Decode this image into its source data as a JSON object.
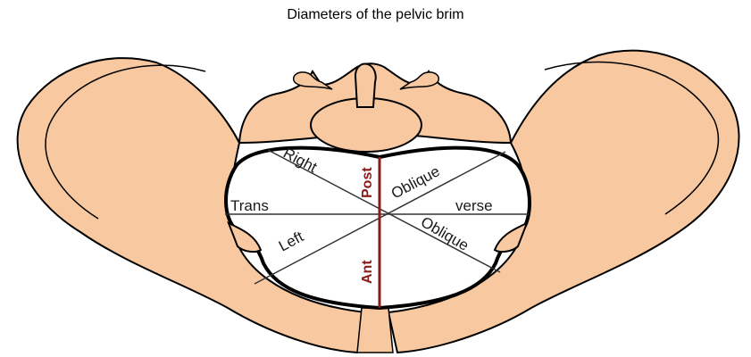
{
  "title": "Diameters of the pelvic brim",
  "colors": {
    "bone": "#f8c8a0",
    "outline": "#000000",
    "anteroposterior": "#8b1a1a",
    "diameter_lines": "#333333"
  },
  "labels": {
    "right": "Right",
    "oblique_top": "Oblique",
    "trans": "Trans",
    "verse": "verse",
    "left": "Left",
    "oblique_bottom": "Oblique",
    "post": "Post",
    "ant": "Ant"
  }
}
